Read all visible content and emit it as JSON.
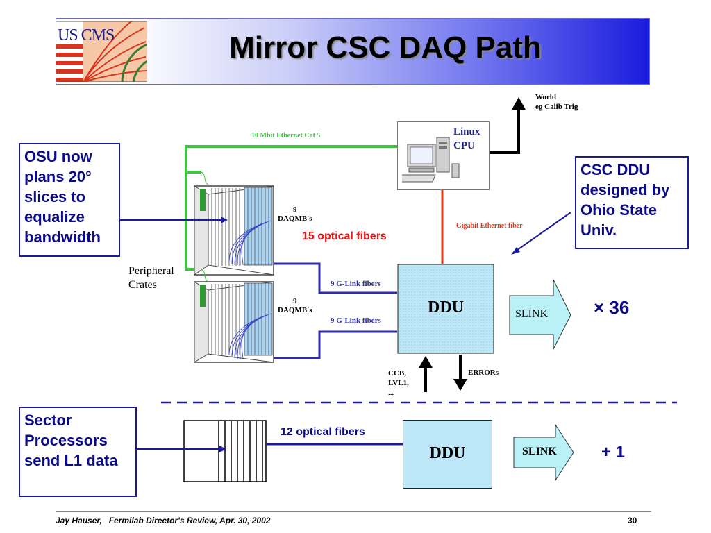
{
  "slide": {
    "title": "Mirror CSC DAQ Path",
    "logo_text": "US CMS"
  },
  "callouts": {
    "osu": "OSU now plans 20° slices to equalize bandwidth",
    "csc_ddu": "CSC DDU designed by Ohio State Univ.",
    "sector": "Sector Processors send L1 data"
  },
  "diagram": {
    "ethernet_label": "10 Mbit Ethernet Cat 5",
    "cpu_label_1": "Linux",
    "cpu_label_2": "CPU",
    "world_label_1": "World",
    "world_label_2": "eg Calib Trig",
    "gigabit_label": "Gigabit Ethernet fiber",
    "optical15_label": "15 optical fibers",
    "crate_count": "9",
    "daqmb_label": "DAQMB's",
    "peripheral_label_1": "Peripheral",
    "peripheral_label_2": "Crates",
    "glink_upper": "9 G-Link fibers",
    "glink_lower": "9 G-Link fibers",
    "ddu_label": "DDU",
    "slink_label": "SLINK",
    "multiplier": "× 36",
    "ccb_1": "CCB,",
    "ccb_2": "LVL1,",
    "ccb_3": "...",
    "errors_label": "ERRORs",
    "optical12_label": "12 optical fibers",
    "ddu2_label": "DDU",
    "slink2_label": "SLINK",
    "plus_one": "+ 1"
  },
  "footer": {
    "author": "Jay Hauser,   Fermilab Director's Review, Apr. 30, 2002",
    "page": "30"
  },
  "colors": {
    "ethernet_green": "#3fc43f",
    "gigabit_red": "#ee3311",
    "glink_blue": "#2c2ca6",
    "callout_text": "#0b0b8a",
    "ddu_fill": "#bde7f6",
    "slink_fill": "#b9f1f6"
  }
}
